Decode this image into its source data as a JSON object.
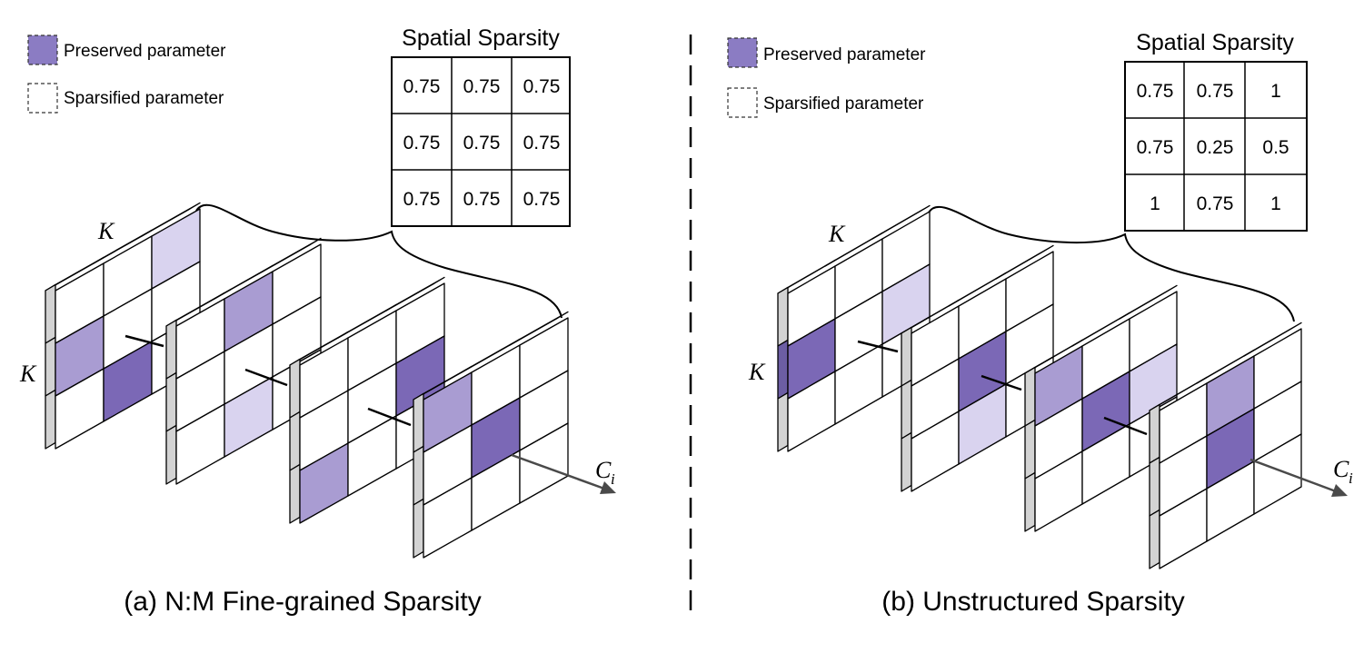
{
  "panels": [
    {
      "id": "a",
      "legend": {
        "preserved_label": "Preserved parameter",
        "sparsified_label": "Sparsified parameter"
      },
      "table": {
        "title": "Spatial Sparsity",
        "rows": [
          [
            "0.75",
            "0.75",
            "0.75"
          ],
          [
            "0.75",
            "0.75",
            "0.75"
          ],
          [
            "0.75",
            "0.75",
            "0.75"
          ]
        ]
      },
      "k_label": "K",
      "axis_label": "C",
      "axis_subscript": "i",
      "caption": "(a) N:M Fine-grained Sparsity",
      "kernels": [
        [
          [
            "w",
            "w",
            "l"
          ],
          [
            "m",
            "w",
            "w"
          ],
          [
            "w",
            "d",
            "w"
          ]
        ],
        [
          [
            "w",
            "m",
            "w"
          ],
          [
            "w",
            "w",
            "w"
          ],
          [
            "w",
            "l",
            "w"
          ]
        ],
        [
          [
            "w",
            "w",
            "w"
          ],
          [
            "w",
            "w",
            "d"
          ],
          [
            "m",
            "w",
            "w"
          ]
        ],
        [
          [
            "m",
            "w",
            "w"
          ],
          [
            "w",
            "d",
            "w"
          ],
          [
            "w",
            "w",
            "w"
          ]
        ]
      ]
    },
    {
      "id": "b",
      "legend": {
        "preserved_label": "Preserved parameter",
        "sparsified_label": "Sparsified parameter"
      },
      "table": {
        "title": "Spatial Sparsity",
        "rows": [
          [
            "0.75",
            "0.75",
            "1"
          ],
          [
            "0.75",
            "0.25",
            "0.5"
          ],
          [
            "1",
            "0.75",
            "1"
          ]
        ]
      },
      "k_label": "K",
      "axis_label": "C",
      "axis_subscript": "i",
      "caption": "(b) Unstructured Sparsity",
      "kernels": [
        [
          [
            "w",
            "w",
            "w"
          ],
          [
            "d",
            "w",
            "l"
          ],
          [
            "w",
            "w",
            "w"
          ]
        ],
        [
          [
            "w",
            "w",
            "w"
          ],
          [
            "w",
            "d",
            "w"
          ],
          [
            "w",
            "l",
            "w"
          ]
        ],
        [
          [
            "m",
            "w",
            "w"
          ],
          [
            "w",
            "d",
            "l"
          ],
          [
            "w",
            "w",
            "w"
          ]
        ],
        [
          [
            "w",
            "m",
            "w"
          ],
          [
            "w",
            "d",
            "w"
          ],
          [
            "w",
            "w",
            "w"
          ]
        ]
      ]
    }
  ],
  "colors": {
    "dark": "#7b68b6",
    "medium": "#a99cd2",
    "light": "#d9d3ef",
    "lighter": "#c4baea",
    "empty": "#ffffff",
    "edge_top": "#ffffff",
    "edge_side": "#d3d3d3",
    "edge_side_dark": "#6c5ea4",
    "line": "#000000",
    "arrow": "#4a4a4a"
  }
}
